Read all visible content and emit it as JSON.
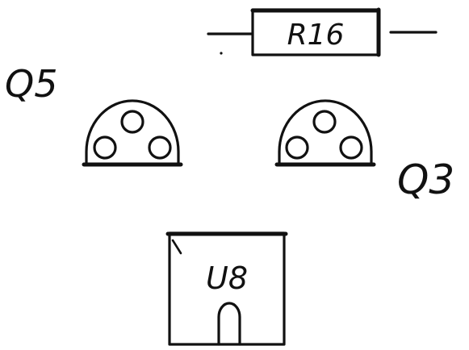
{
  "components": {
    "resistor": {
      "ref": "R16"
    },
    "transistor_left": {
      "ref": "Q5"
    },
    "transistor_right": {
      "ref": "Q3"
    },
    "ic": {
      "ref": "U8"
    }
  },
  "colors": {
    "ink": "#111111",
    "paper": "#ffffff"
  }
}
